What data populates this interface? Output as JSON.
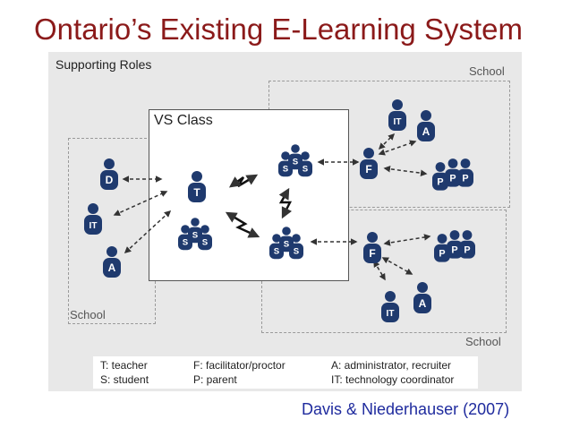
{
  "title": "Ontario’s Existing E-Learning System",
  "diagram": {
    "supporting_roles": "Supporting Roles",
    "school_left": "School",
    "school_top_right": "School",
    "school_bottom_right": "School",
    "vs_class": "VS Class",
    "node_letters": {
      "director": "D",
      "it": "IT",
      "administrator": "A",
      "teacher": "T",
      "student": "S",
      "facilitator": "F",
      "parent": "P"
    }
  },
  "legend": {
    "teacher": "T: teacher",
    "student": "S: student",
    "facilitator": "F: facilitator/proctor",
    "parent": "P: parent",
    "administrator": "A: administrator, recruiter",
    "it": "IT: technology coordinator"
  },
  "citation": "Davis & Niederhauser (2007)",
  "colors": {
    "title": "#8b1a1a",
    "person": "#1f3a6e",
    "citation": "#1f2b9e"
  }
}
